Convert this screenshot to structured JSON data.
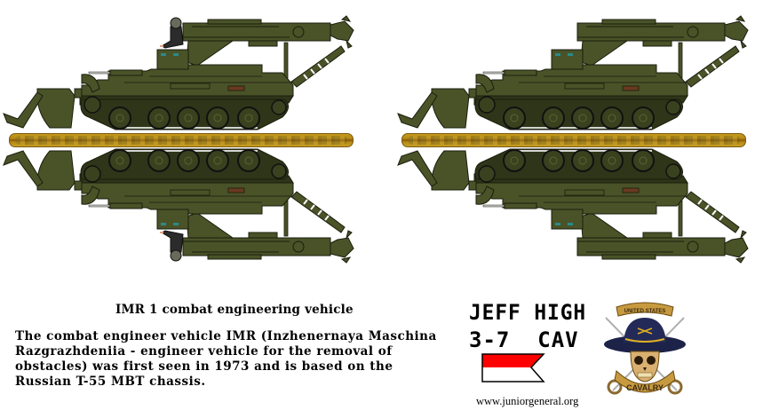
{
  "sheet": {
    "title": "IMR 1 combat engineering vehicle",
    "description": "The combat engineer vehicle IMR (Inzhenernaya Maschina Razgrazhdeniia - engineer vehicle for the removal of obstacles) was first seen in 1973 and is based on the Russian T-55 MBT chassis.",
    "credit": "www.juniorgeneral.org"
  },
  "unit": {
    "name": "JEFF HIGH",
    "designation": "3-7  CAV",
    "guidon_colors": {
      "top": "#ff0000",
      "bottom": "#ffffff"
    },
    "logo": {
      "banner_top": "UNITED STATES",
      "banner_bottom": "CAVALRY",
      "icon": "cavalry-skull-hat-crossed-sabers-icon"
    }
  },
  "vehicles": [
    {
      "id": "left-figure",
      "crew": true,
      "fold_line": true
    },
    {
      "id": "right-figure",
      "crew": false,
      "fold_line": true
    }
  ],
  "colors": {
    "hull": "#4a5228",
    "hull_dark": "#2f3519",
    "hull_light": "#5a6432",
    "outline": "#1a1d0c",
    "fold_gold": "#b68a14",
    "fold_brown": "#8a5a0a",
    "periscope": "#2a8a8a"
  }
}
